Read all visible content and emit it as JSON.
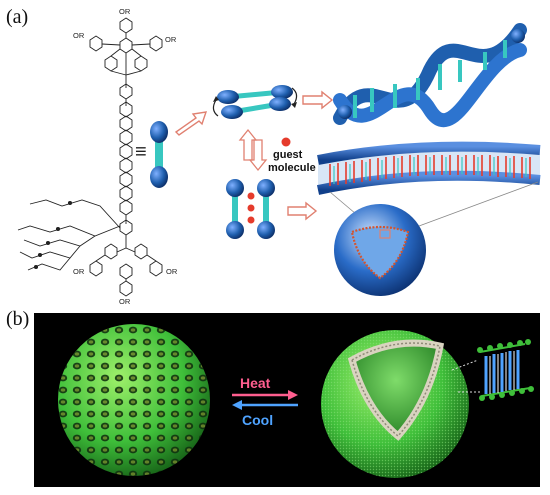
{
  "panels": {
    "a": {
      "label": "(a)"
    },
    "b": {
      "label": "(b)"
    }
  },
  "molecule": {
    "substituent": "OR",
    "equivalence": "≡"
  },
  "guest": {
    "line1": "guest",
    "line2": "molecule"
  },
  "transition": {
    "heat": "Heat",
    "cool": "Cool"
  },
  "colors": {
    "blue": "#1f5fae",
    "teal": "#38c7c0",
    "red": "#e53b2c",
    "arrow": "#e08070",
    "green": "#3fbf3a",
    "heat": "#ff5e8f",
    "cool": "#4fa3ff"
  }
}
